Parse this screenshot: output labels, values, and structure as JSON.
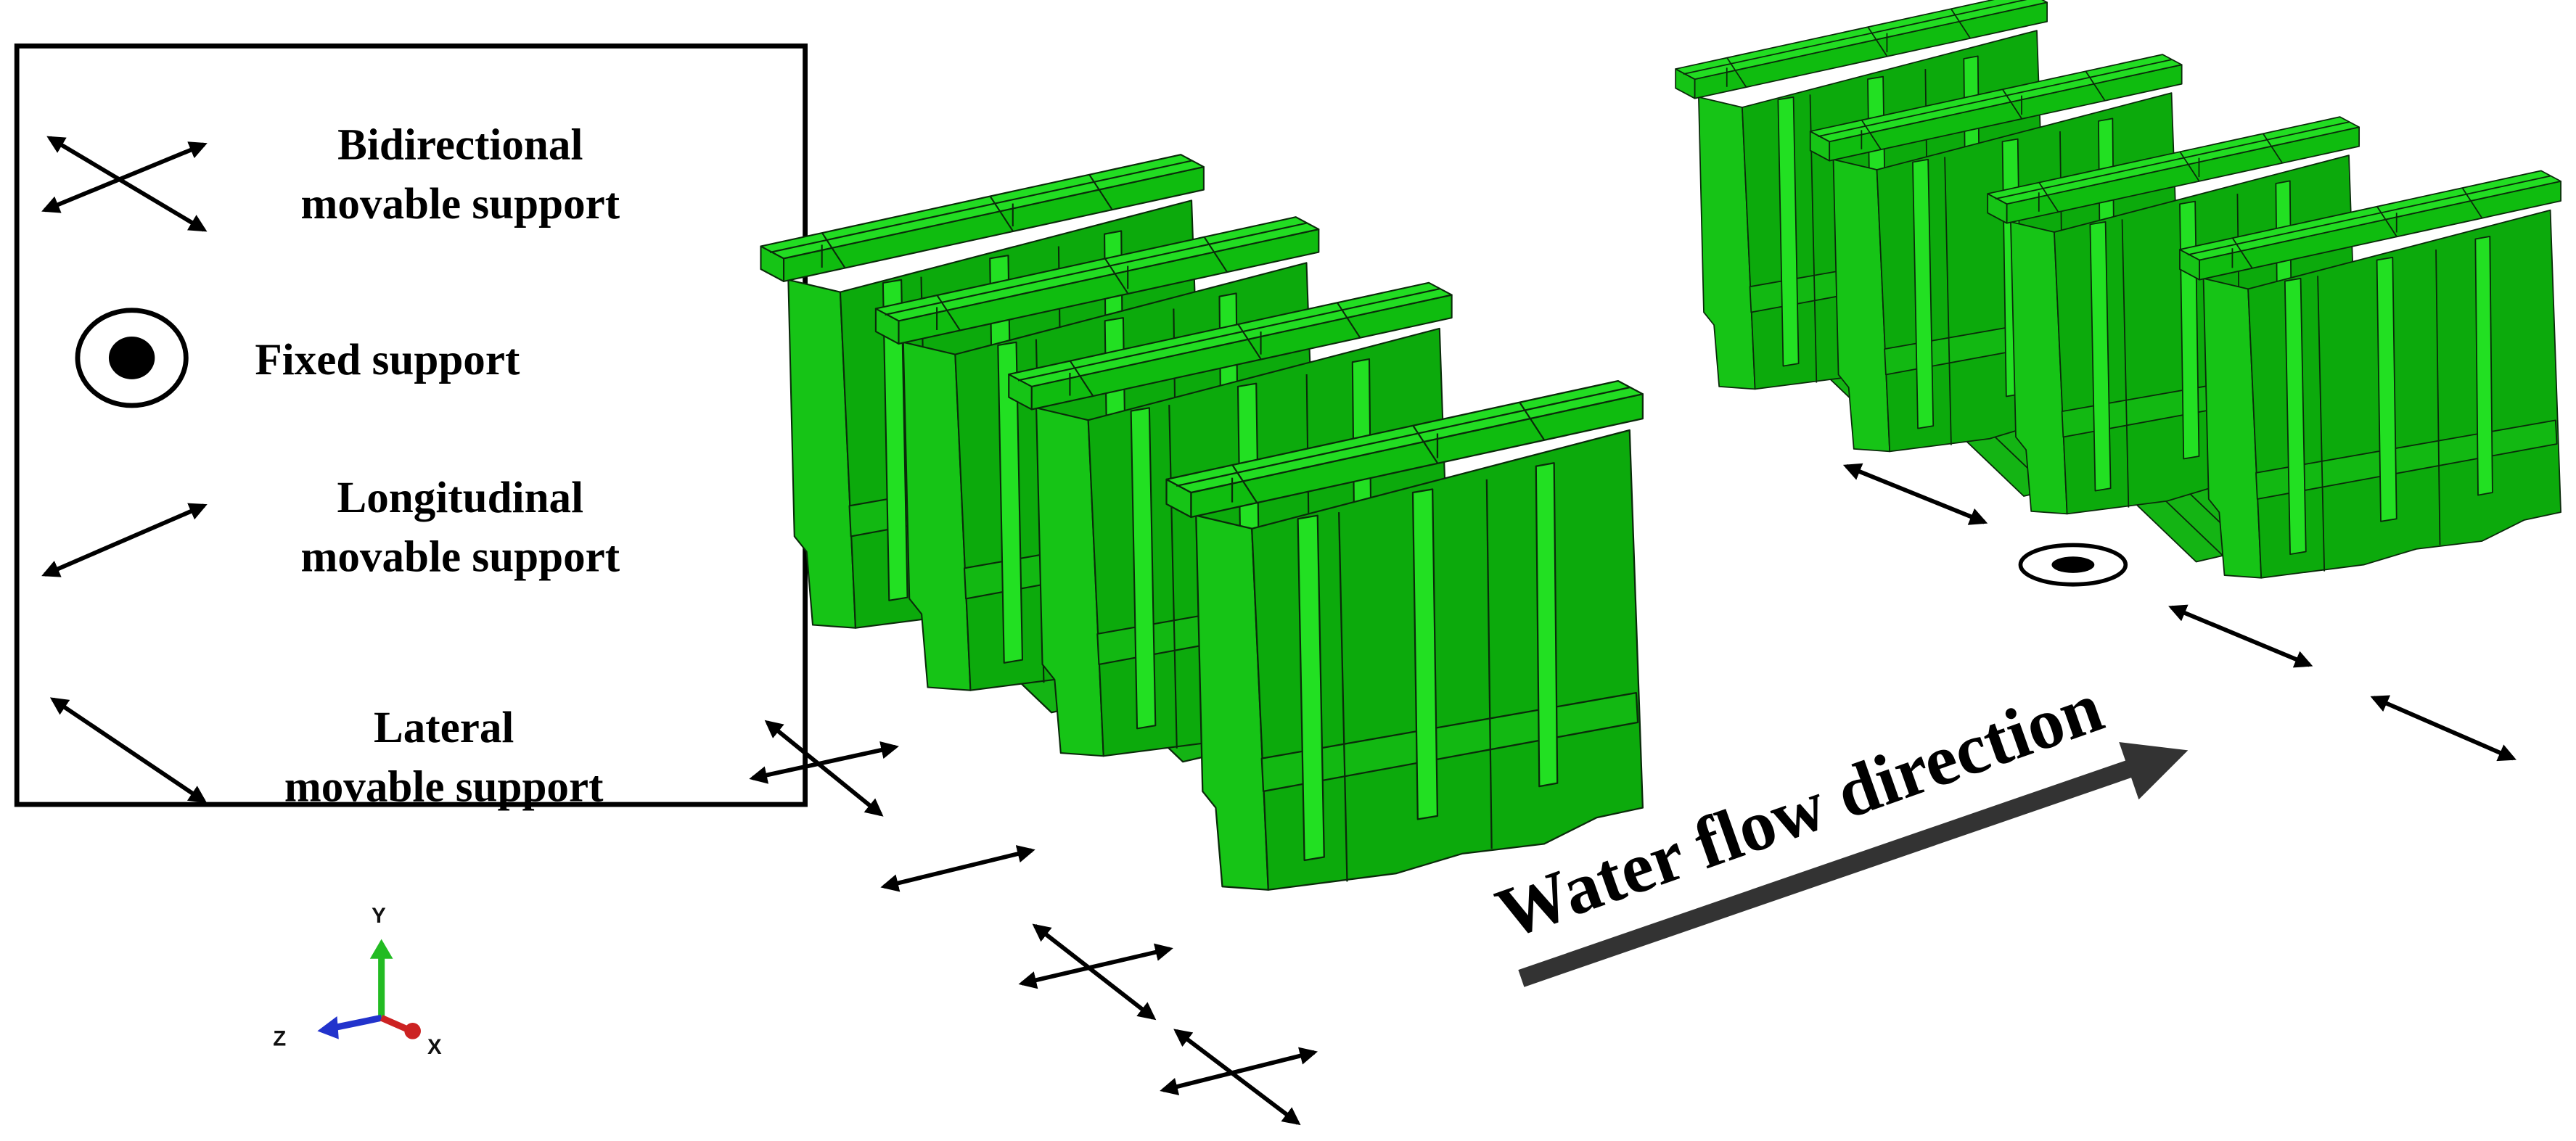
{
  "legend": {
    "items": [
      {
        "icon": "bidirectional-arrows-icon",
        "line1": "Bidirectional",
        "line2": "movable support"
      },
      {
        "icon": "fixed-support-icon",
        "line1": "Fixed support"
      },
      {
        "icon": "longitudinal-arrow-icon",
        "line1": "Longitudinal",
        "line2": "movable support"
      },
      {
        "icon": "lateral-arrow-icon",
        "line1": "Lateral",
        "line2": "movable support"
      }
    ]
  },
  "axes": {
    "y": "Y",
    "z": "Z",
    "x": "X"
  },
  "flow": {
    "label": "Water flow direction"
  },
  "colors": {
    "pier_top": "#22dd22",
    "pier_front": "#0caa0c",
    "pier_end": "#16c416",
    "axis_y": "#22bb22",
    "axis_z": "#2233cc",
    "axis_x": "#cc2222"
  }
}
